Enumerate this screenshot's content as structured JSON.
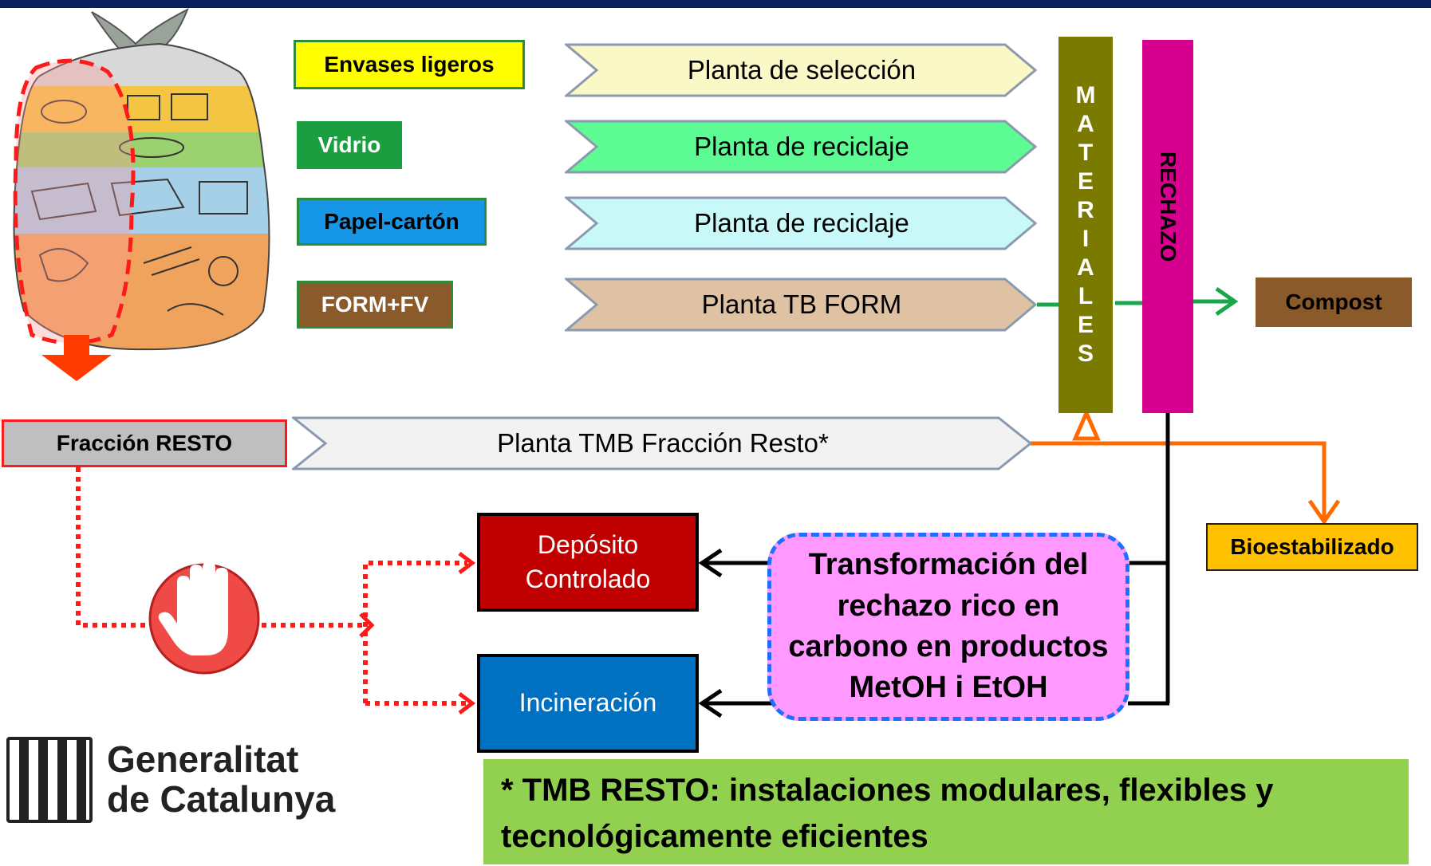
{
  "categories": [
    {
      "label": "Envases ligeros",
      "bg": "#ffff00",
      "border": "#2e8b3a",
      "color": "#000000"
    },
    {
      "label": "Vidrio",
      "bg": "#1a9e3f",
      "border": "#1a9e3f",
      "color": "#ffffff"
    },
    {
      "label": "Papel-cartón",
      "bg": "#1696e6",
      "border": "#2e8b3a",
      "color": "#000000"
    },
    {
      "label": "FORM+FV",
      "bg": "#8b5a2b",
      "border": "#2e8b3a",
      "color": "#ffffff"
    }
  ],
  "plants": [
    {
      "label": "Planta de selección",
      "fill": "#fbf8c8"
    },
    {
      "label": "Planta de reciclaje",
      "fill": "#5dfb94"
    },
    {
      "label": "Planta de reciclaje",
      "fill": "#c9f8f8"
    },
    {
      "label": "Planta TB FORM",
      "fill": "#dfc2a4"
    }
  ],
  "resto": {
    "label": "Fracción RESTO",
    "plant": "Planta TMB Fracción Resto*"
  },
  "materiales": [
    "M",
    "A",
    "T",
    "E",
    "R",
    "I",
    "A",
    "L",
    "E",
    "S"
  ],
  "rechazo": "RECHAZO",
  "compost": "Compost",
  "bioestabilizado": "Bioestabilizado",
  "deposito": "Depósito Controlado",
  "incineracion": "Incineración",
  "transformacion": "Transformación del rechazo rico en carbono en productos MetOH i EtOH",
  "logo": {
    "line1": "Generalitat",
    "line2": "de Catalunya"
  },
  "note": "* TMB RESTO: instalaciones modulares, flexibles y tecnológicamente eficientes",
  "colors": {
    "materiales": "#7a7a00",
    "rechazo": "#d6008f",
    "compost": "#8b5a2b",
    "bioestabilizado": "#ffc000",
    "deposito": "#c00000",
    "incineracion": "#0070c0",
    "transform_bg": "#ff99ff",
    "note_bg": "#92d050",
    "orange": "#ff6a00",
    "green_line": "#1aa64a"
  }
}
